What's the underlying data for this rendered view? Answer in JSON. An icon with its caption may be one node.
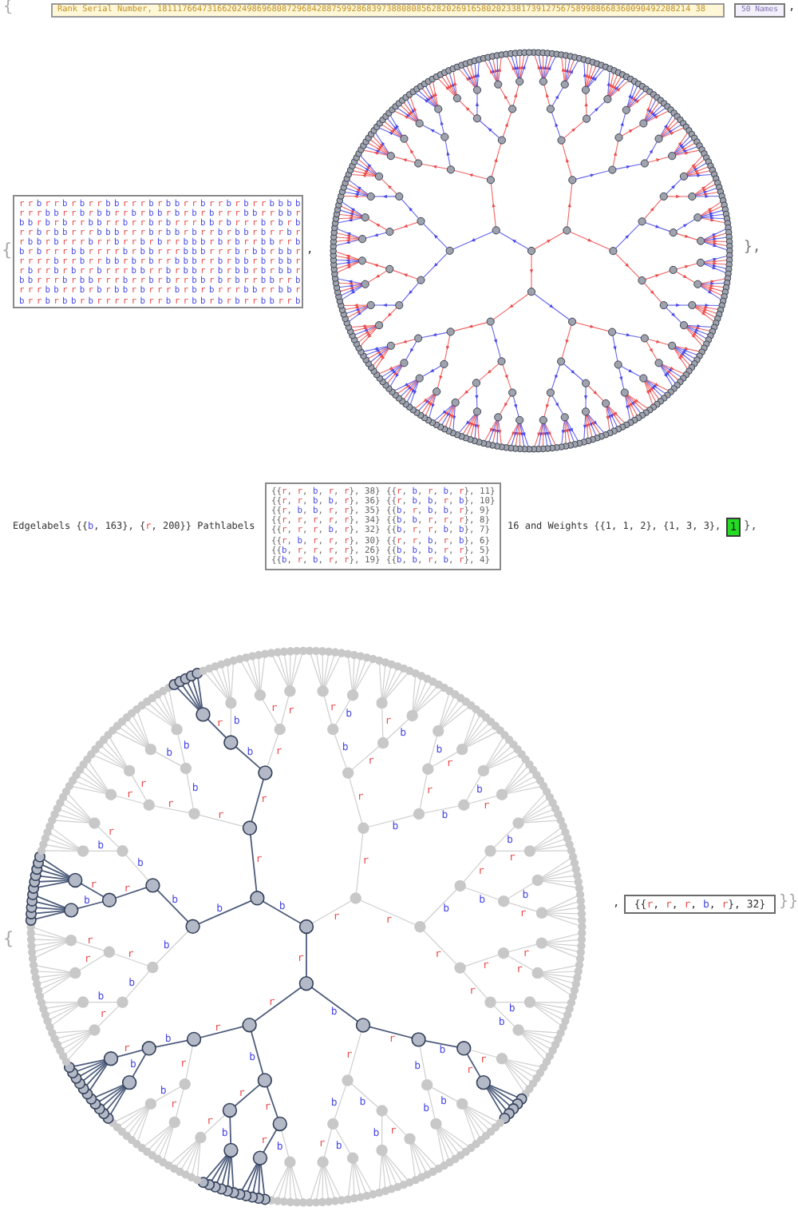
{
  "diagram": {
    "nodes": [
      {
        "text": [
          "Rank Serial Number, 18111766473166202498696808729684288759928683973880808562820269165802023381739127567589988668360090492208214 38"
        ]
      },
      {
        "text": [
          "50 Names"
        ]
      },
      {
        "text": [
          "r r b r r b r b r r b b r r r b r b b r r b r r b r b r r b b b b",
          "r r r b b r r b r b b r r b r b b r b r b r b r r r b b r r b b r",
          "b b r b r b r r b b r r b r r b r b r r r b b r b r r r b r b r b",
          "r r b r b b r r r b b b r r r b r b b r b r r b r b b r b r r b r",
          "r b b r b r r r b r r b r r b r b r r b b b r b r b r r b b r r b",
          "b r b r r r b b r r r r b r b b r r r b b b r r r b r b b r b b r",
          "r r r r b r r b r r b b r b r b r r b b b r r b r b b r b r b b r",
          "r b r r b r b r r b r r r b b r r b r b b r r b r b b r b r b b r",
          "b b r r r b r b b r r r b r r b r b r r b b r b r b r r b b r r b",
          "r r r b b r r b r b r b b r b r r r b r b r b r r r b b r r b b r",
          "b r r b r b b r b r r r r r b r r b r r b b r b r b r r b b r r b"
        ]
      },
      {
        "text": [
          "{{r, r, b, r, r}, 38}",
          "{{r, b, r, b, r}, 11}",
          "{{r, r, b, b, r}, 36}",
          "{{r, b, b, r, b}, 10}",
          "{{r, b, b, r, r}, 35}",
          "{{b, r, b, b, r}, 9}",
          "{{r, r, r, r, r}, 34}",
          "{{b, b, r, r, r}, 8}",
          "{{r, r, r, b, r}, 32}",
          "{{b, r, r, b, b}, 7}",
          "{{r, b, r, r, r}, 30}",
          "{{r, r, b, r, b}, 6}",
          "{{b, r, r, r, r}, 26}",
          "{{b, b, b, r, r}, 5}",
          "{{b, r, b, r, r}, 19}",
          "{{b, b, r, b, r}, 4}"
        ]
      },
      {
        "text": [
          "1"
        ]
      },
      {
        "text": [
          "{{r, r, r, b, r}, 32}"
        ]
      }
    ],
    "labels": [
      "{",
      ",",
      "{",
      ",",
      "},",
      "Edgelabels {{b, 163}, {r, 200}} Pathlabels",
      "16 and Weights {{1, 1, 2}, {1, 3, 3},",
      "},",
      "{",
      ",",
      "}}",
      "r",
      "r",
      "b",
      "r",
      "r",
      "b",
      "r",
      "b",
      "r",
      "r",
      "b",
      "b",
      "r",
      "r",
      "r",
      "b",
      "r",
      "b",
      "b",
      "r",
      "r",
      "b",
      "r",
      "r",
      "b",
      "r",
      "b",
      "r",
      "r",
      "b",
      "b",
      "b",
      "b",
      "r",
      "r",
      "r",
      "b",
      "b",
      "r",
      "r",
      "b",
      "r",
      "b",
      "b",
      "r",
      "r",
      "b",
      "r",
      "b",
      "b",
      "r",
      "b",
      "r",
      "b",
      "r",
      "b",
      "r",
      "r",
      "r",
      "b",
      "b",
      "r",
      "r",
      "b",
      "b",
      "r",
      "b",
      "b",
      "r",
      "b",
      "r",
      "b",
      "r",
      "r",
      "b",
      "b",
      "r",
      "r",
      "b",
      "r",
      "r",
      "b",
      "r",
      "b",
      "r",
      "r",
      "r",
      "b",
      "b",
      "r",
      "b",
      "r",
      "r"
    ]
  }
}
